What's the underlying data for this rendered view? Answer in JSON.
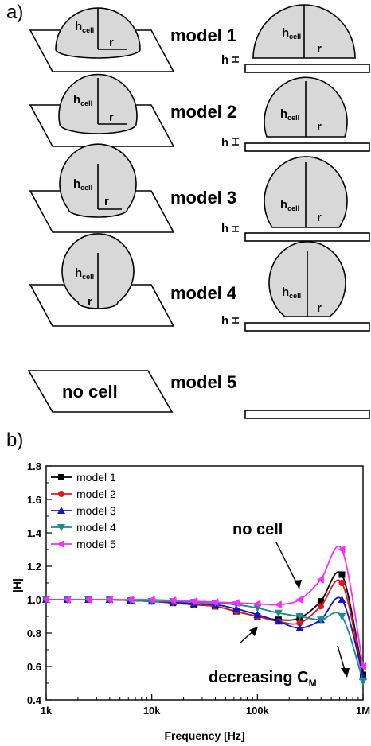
{
  "panel_a": {
    "label": "a)",
    "symbols": {
      "h": "h",
      "cell_sub": "cell",
      "r": "r"
    },
    "models": [
      {
        "name": "model 1"
      },
      {
        "name": "model 2"
      },
      {
        "name": "model 3"
      },
      {
        "name": "model 4"
      },
      {
        "name": "model 5",
        "note": "no cell"
      }
    ]
  },
  "panel_b": {
    "label": "b)"
  },
  "chart_data": {
    "type": "line",
    "xlabel": "Frequency [Hz]",
    "ylabel": "|H|",
    "x_scale": "log",
    "xlim": [
      1000,
      1000000
    ],
    "ylim": [
      0.4,
      1.8
    ],
    "x_ticks": [
      "1k",
      "10k",
      "100k",
      "1M"
    ],
    "y_ticks": [
      "0.4",
      "0.6",
      "0.8",
      "1.0",
      "1.2",
      "1.4",
      "1.6",
      "1.8"
    ],
    "legend_position": "top-left",
    "annotations": [
      {
        "text": "no cell"
      },
      {
        "text": "decreasing C",
        "sub": "M"
      }
    ],
    "x": [
      1000,
      1585,
      2512,
      3981,
      6310,
      10000,
      15849,
      25119,
      39811,
      63096,
      100000,
      158489,
      251189,
      398107,
      630957,
      1000000
    ],
    "series": [
      {
        "name": "model 1",
        "color": "#000000",
        "marker": "square",
        "values": [
          1.0,
          1.0,
          1.0,
          1.0,
          0.995,
          0.99,
          0.98,
          0.97,
          0.96,
          0.93,
          0.9,
          0.88,
          0.89,
          0.99,
          1.15,
          0.55
        ]
      },
      {
        "name": "model 2",
        "color": "#e8141c",
        "marker": "circle",
        "values": [
          1.0,
          1.0,
          1.0,
          1.0,
          0.995,
          0.99,
          0.98,
          0.97,
          0.96,
          0.93,
          0.9,
          0.87,
          0.86,
          0.96,
          1.1,
          0.53
        ]
      },
      {
        "name": "model 3",
        "color": "#1414c8",
        "marker": "triangle-up",
        "values": [
          1.0,
          1.0,
          1.0,
          1.0,
          0.995,
          0.99,
          0.985,
          0.975,
          0.97,
          0.945,
          0.91,
          0.87,
          0.83,
          0.88,
          1.0,
          0.54
        ]
      },
      {
        "name": "model 4",
        "color": "#1a8a8a",
        "marker": "triangle-down",
        "values": [
          1.0,
          1.0,
          1.0,
          1.0,
          0.995,
          0.99,
          0.99,
          0.985,
          0.98,
          0.97,
          0.95,
          0.92,
          0.9,
          0.88,
          0.9,
          0.51
        ]
      },
      {
        "name": "model 5",
        "color": "#ff28ff",
        "marker": "triangle-left",
        "values": [
          1.0,
          1.0,
          1.0,
          1.0,
          1.0,
          1.0,
          0.995,
          0.99,
          0.985,
          0.98,
          0.975,
          0.97,
          1.0,
          1.12,
          1.3,
          0.6
        ]
      }
    ]
  }
}
